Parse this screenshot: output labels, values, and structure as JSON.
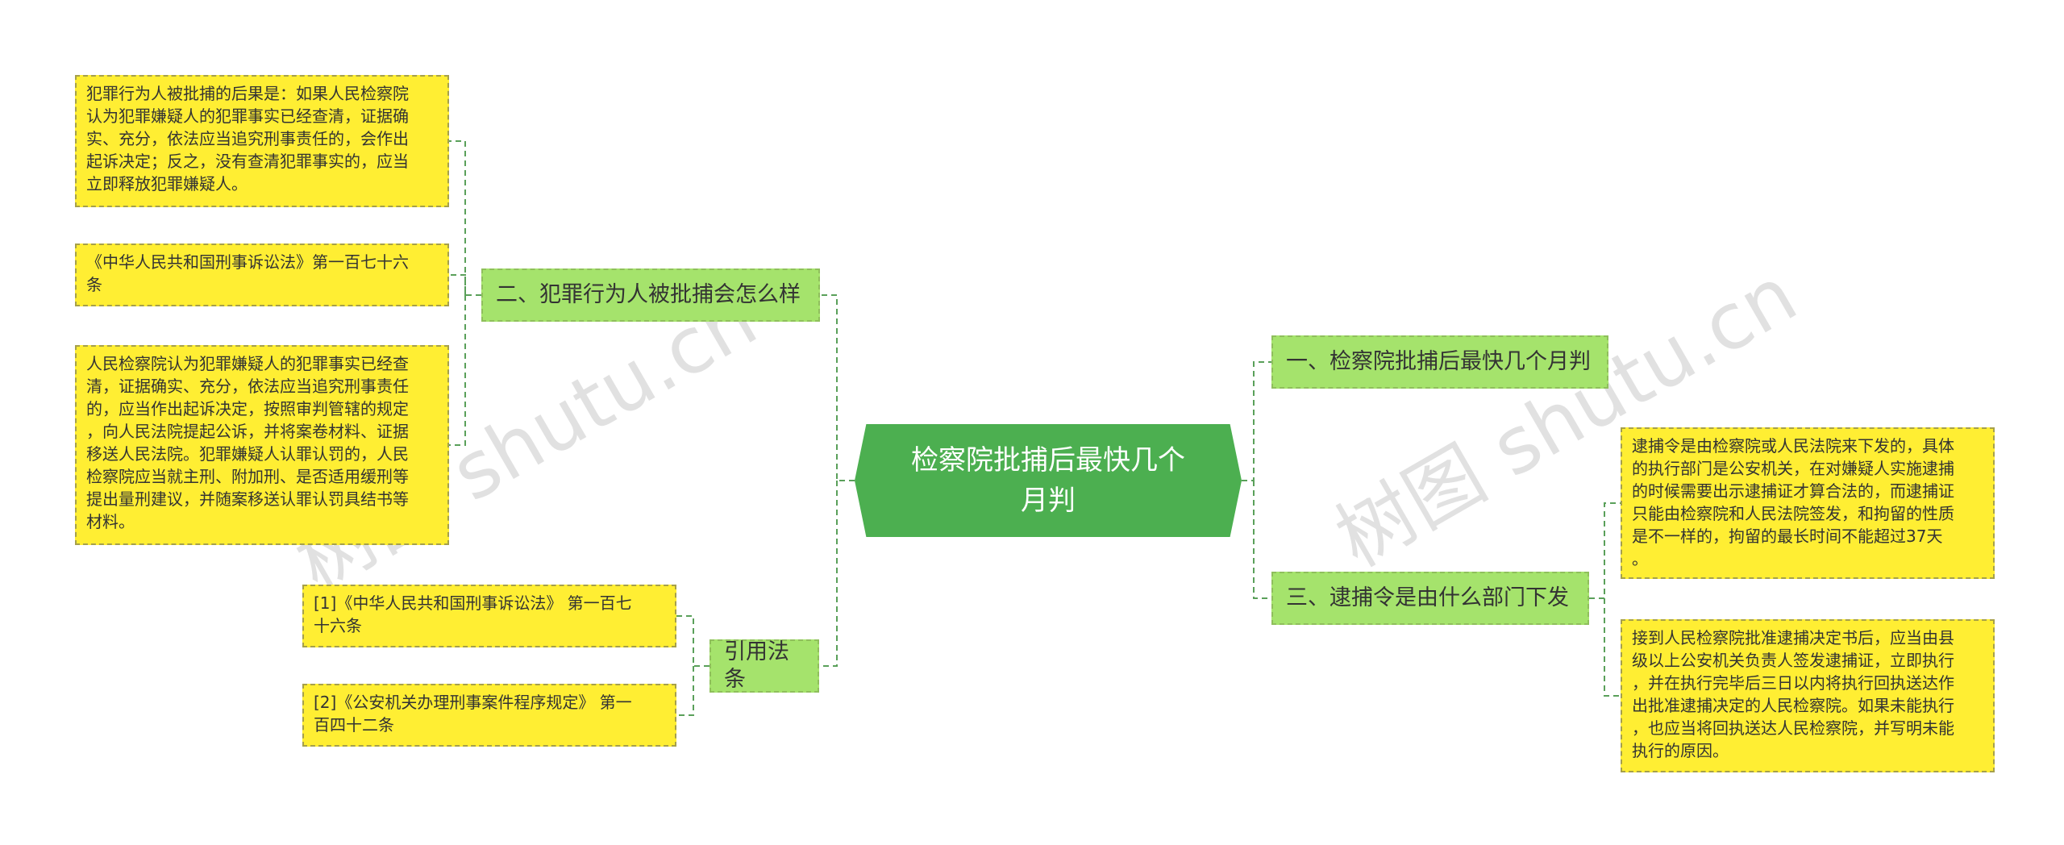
{
  "root": {
    "title": "检察院批捕后最快几个月判"
  },
  "branches": [
    {
      "label": "二、犯罪行为人被批捕会怎么样"
    },
    {
      "label": "引用法条"
    },
    {
      "label": "一、检察院批捕后最快几个月判"
    },
    {
      "label": "三、逮捕令是由什么部门下发"
    }
  ],
  "leaves": {
    "consequence": "犯罪行为人被批捕的后果是：如果人民检察院\n认为犯罪嫌疑人的犯罪事实已经查清，证据确\n实、充分，依法应当追究刑事责任的，会作出\n起诉决定；反之，没有查清犯罪事实的，应当\n立即释放犯罪嫌疑人。",
    "law_article": "《中华人民共和国刑事诉讼法》第一百七十六\n条",
    "prosecution": "人民检察院认为犯罪嫌疑人的犯罪事实已经查\n清，证据确实、充分，依法应当追究刑事责任\n的，应当作出起诉决定，按照审判管辖的规定\n，向人民法院提起公诉，并将案卷材料、证据\n移送人民法院。犯罪嫌疑人认罪认罚的，人民\n检察院应当就主刑、附加刑、是否适用缓刑等\n提出量刑建议，并随案移送认罪认罚具结书等\n材料。",
    "ref1": "[1]《中华人民共和国刑事诉讼法》 第一百七\n十六条",
    "ref2": "[2]《公安机关办理刑事案件程序规定》 第一\n百四十二条",
    "warrant": "逮捕令是由检察院或人民法院来下发的，具体\n的执行部门是公安机关，在对嫌疑人实施逮捕\n的时候需要出示逮捕证才算合法的，而逮捕证\n只能由检察院和人民法院签发，和拘留的性质\n是不一样的，拘留的最长时间不能超过37天\n。",
    "execution": "接到人民检察院批准逮捕决定书后，应当由县\n级以上公安机关负责人签发逮捕证，立即执行\n，并在执行完毕后三日以内将执行回执送达作\n出批准逮捕决定的人民检察院。如果未能执行\n，也应当将回执送达人民检察院，并写明未能\n执行的原因。"
  },
  "watermark": {
    "text": "树图 shutu.cn"
  },
  "colors": {
    "root_fill": "#4caf50",
    "branch_fill": "#a5e36c",
    "leaf_fill": "#ffee33",
    "connector": "#5aa05a"
  }
}
